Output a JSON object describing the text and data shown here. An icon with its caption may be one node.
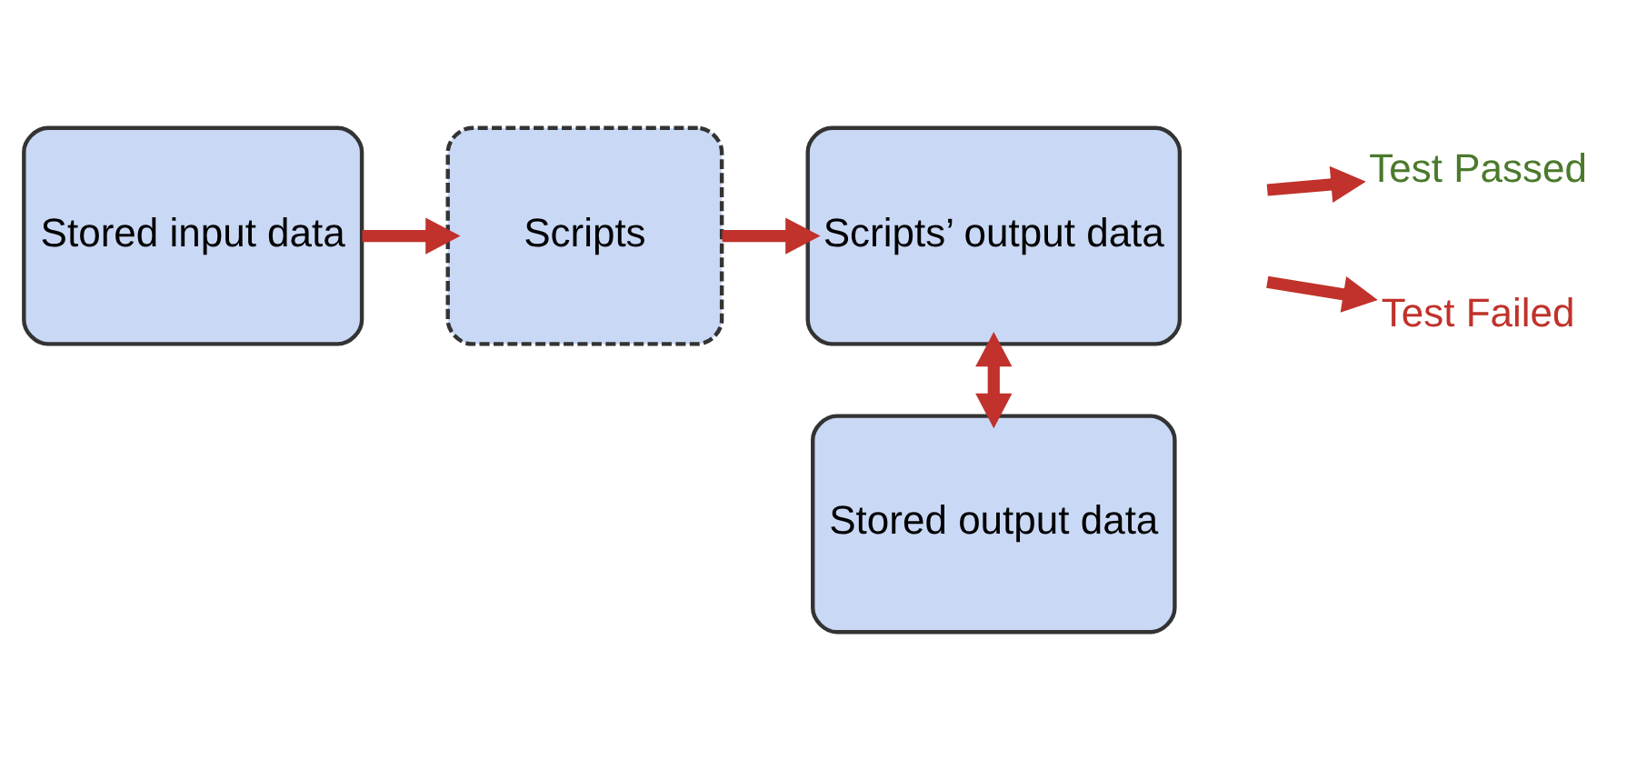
{
  "diagram": {
    "nodes": [
      {
        "text": [
          "Stored input data"
        ]
      },
      {
        "text": [
          "Scripts"
        ]
      },
      {
        "text": [
          "Scripts’ output data"
        ]
      },
      {
        "text": [
          "Stored output data"
        ]
      },
      {
        "text": [
          "Test Passed"
        ]
      },
      {
        "text": [
          "Test Failed"
        ]
      }
    ],
    "edges": [
      {
        "from": 0,
        "to": 1,
        "arrow": "to"
      },
      {
        "from": 1,
        "to": 2,
        "arrow": "to"
      },
      {
        "from": 2,
        "to": 3,
        "arrow": "both"
      },
      {
        "from": null,
        "to": 4,
        "arrow": "to"
      },
      {
        "from": null,
        "to": 5,
        "arrow": "to"
      }
    ]
  }
}
